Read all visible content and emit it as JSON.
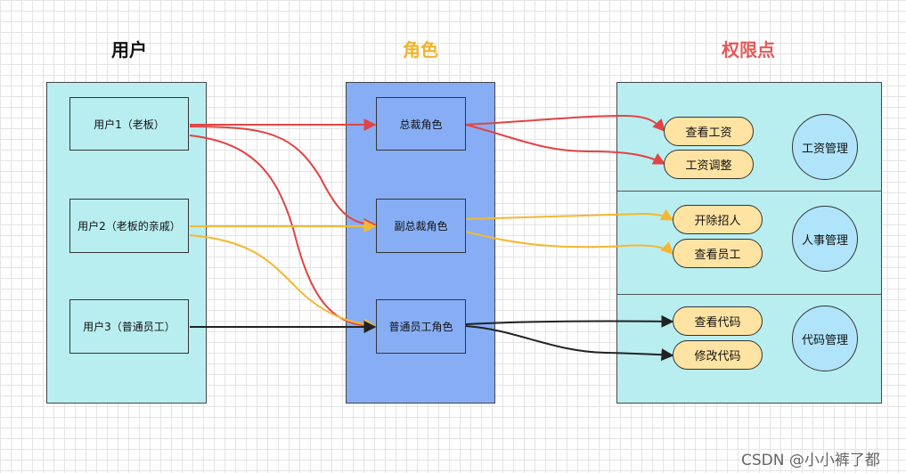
{
  "headings": {
    "users": "用户",
    "roles": "角色",
    "permissions": "权限点"
  },
  "colors": {
    "users_heading": "#111111",
    "roles_heading": "#f0b429",
    "permissions_heading": "#e05a5a",
    "red": "#e04444",
    "orange": "#f5b731",
    "black": "#222222",
    "user_panel": "#b9eef0",
    "role_panel": "#87aef5",
    "perm_panel": "#b9eef0",
    "pill": "#ffe3a3",
    "circle": "#b0e4fa"
  },
  "users": [
    "用户1（老板）",
    "用户2（老板的亲戚）",
    "用户3（普通员工）"
  ],
  "roles": [
    "总裁角色",
    "副总裁角色",
    "普通员工角色"
  ],
  "permission_groups": [
    {
      "name": "工资管理",
      "items": [
        "查看工资",
        "工资调整"
      ]
    },
    {
      "name": "人事管理",
      "items": [
        "开除招人",
        "查看员工"
      ]
    },
    {
      "name": "代码管理",
      "items": [
        "查看代码",
        "修改代码"
      ]
    }
  ],
  "watermark": "CSDN @小小裤了都"
}
